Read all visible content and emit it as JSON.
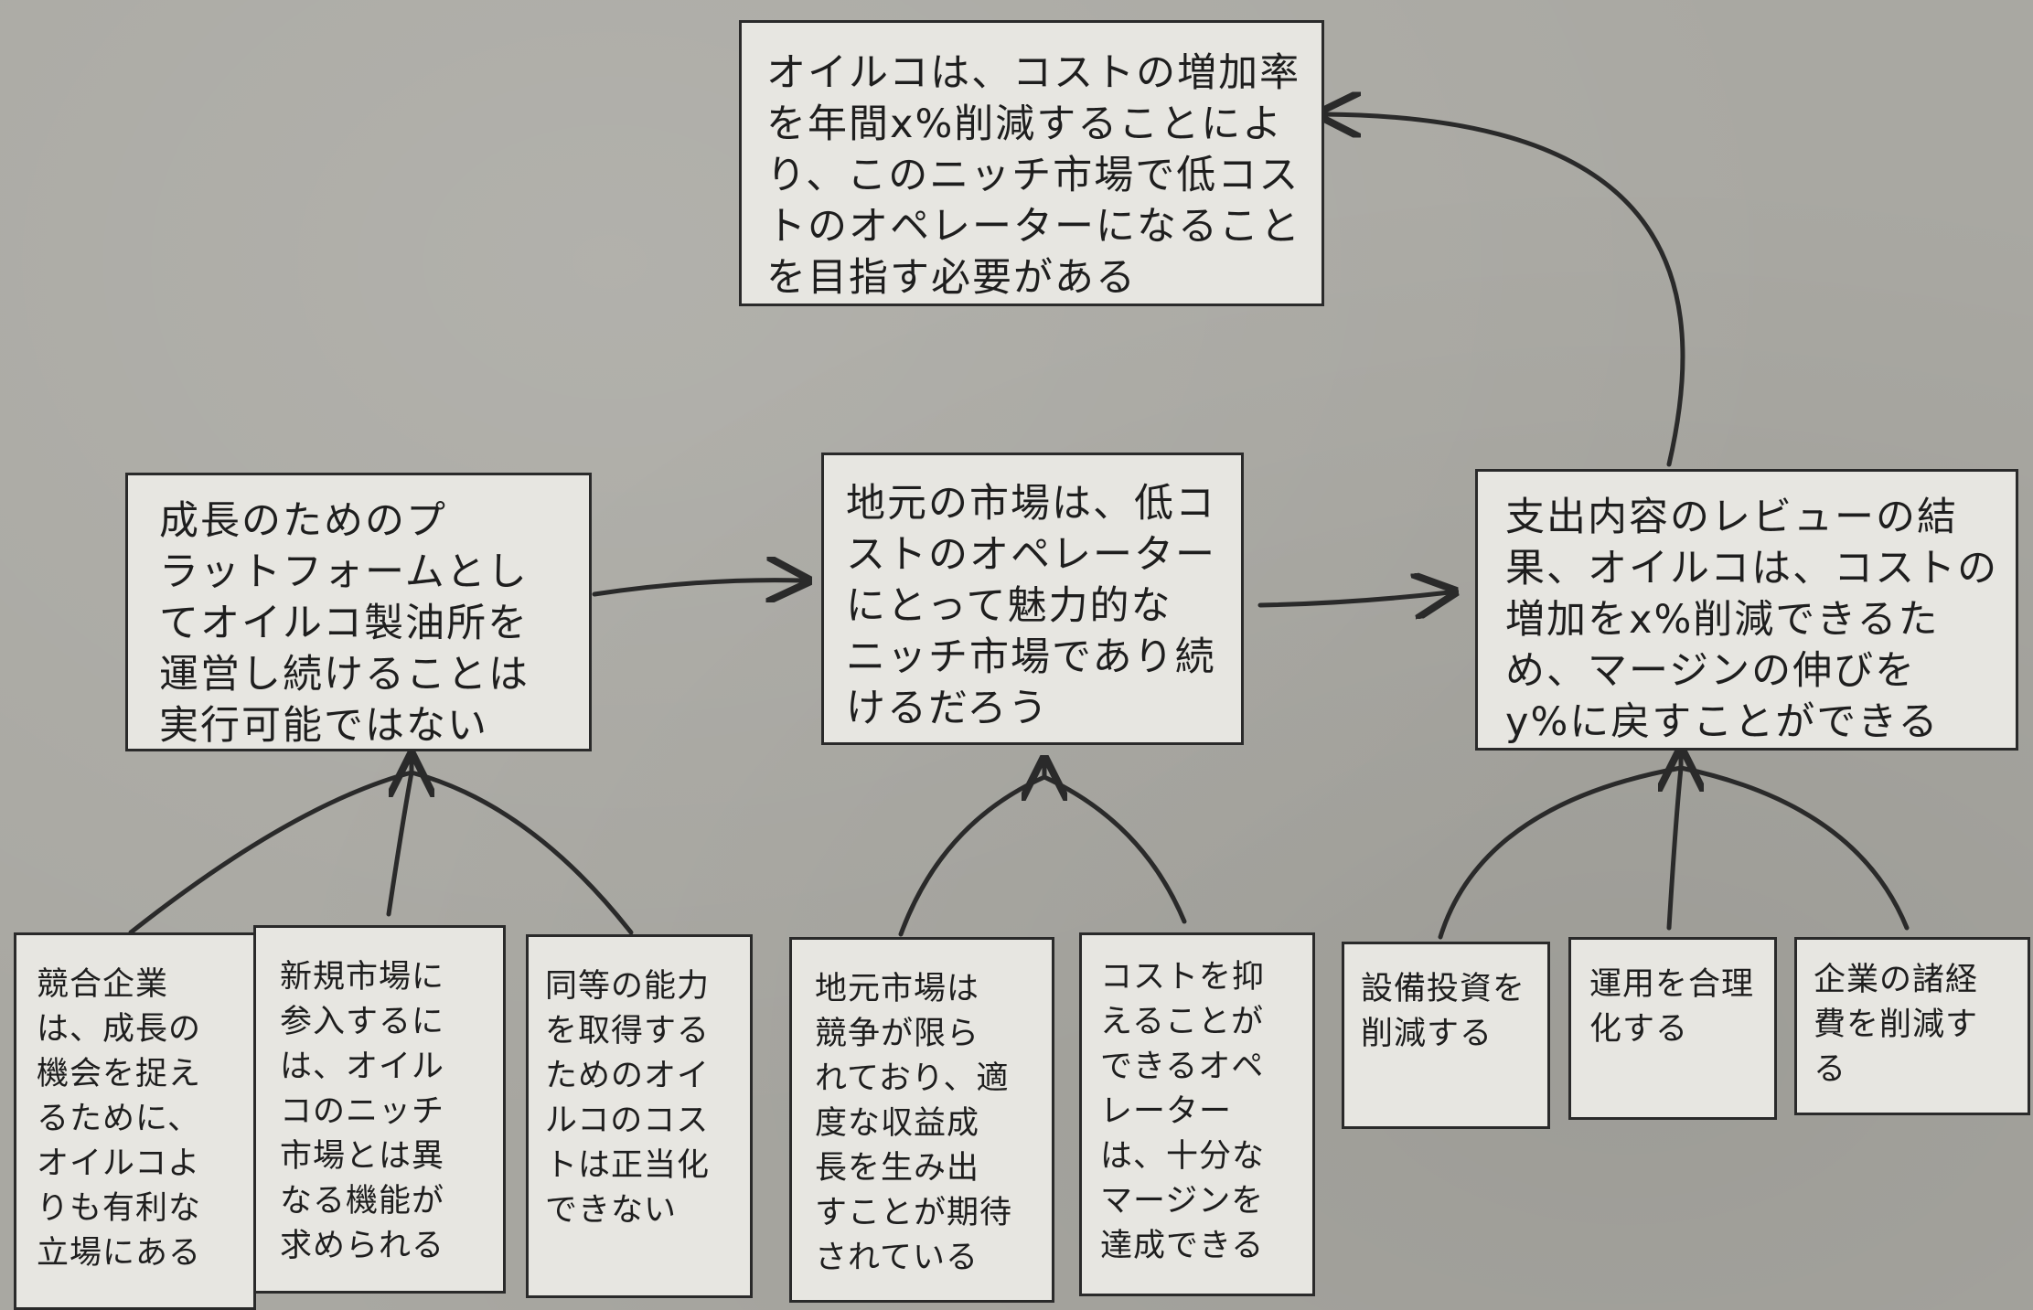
{
  "goal": {
    "text": "オイルコは、コストの増加率\nを年間x%削減することによ\nり、このニッチ市場で低コス\nトのオペレーターになること\nを目指す必要がある"
  },
  "middle": [
    {
      "text": "成長のためのプ\nラットフォームとし\nてオイルコ製油所を\n運営し続けることは\n実行可能ではない"
    },
    {
      "text": "地元の市場は、低コ\nストのオペレーター\nにとって魅力的な\nニッチ市場であり続\nけるだろう"
    },
    {
      "text": "支出内容のレビューの結\n果、オイルコは、コストの\n増加をx%削減できるた\nめ、マージンの伸びを\ny%に戻すことができる"
    }
  ],
  "supports": [
    {
      "text": "競合企業\nは、成長の\n機会を捉え\nるために、\nオイルコよ\nりも有利な\n立場にある"
    },
    {
      "text": "新規市場に\n参入するに\nは、オイル\nコのニッチ\n市場とは異\nなる機能が\n求められる"
    },
    {
      "text": "同等の能力\nを取得する\nためのオイ\nルコのコス\nトは正当化\nできない"
    },
    {
      "text": "地元市場は\n競争が限ら\nれており、適\n度な収益成\n長を生み出\nすことが期待\nされている"
    },
    {
      "text": "コストを抑\nえることが\nできるオペ\nレーター\nは、十分な\nマージンを\n達成できる"
    },
    {
      "text": "設備投資を\n削減する"
    },
    {
      "text": "運用を合理\n化する"
    },
    {
      "text": "企業の諸経\n費を削減す\nる"
    }
  ],
  "colors": {
    "background": "#a9a8a2",
    "box_fill": "#e7e6e1",
    "ink": "#2a2a2a"
  }
}
